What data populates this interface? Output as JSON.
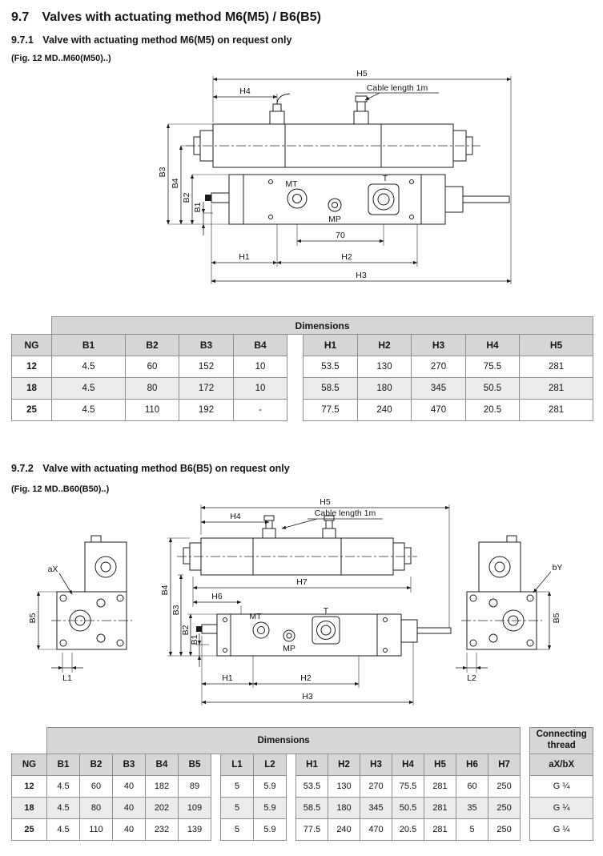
{
  "page": {
    "title_num": "9.7",
    "title_text": "Valves with actuating method M6(M5) / B6(B5)"
  },
  "section1": {
    "num": "9.7.1",
    "heading": "Valve with actuating method M6(M5) on request only",
    "fig": "(Fig. 12 MD..M60(M50)..)",
    "labels": {
      "H5": "H5",
      "H4": "H4",
      "cable": "Cable length 1m",
      "B3": "B3",
      "B4": "B4",
      "B2": "B2",
      "B1": "B1",
      "MT": "MT",
      "MP": "MP",
      "T": "T",
      "d70": "70",
      "H1": "H1",
      "H2": "H2",
      "H3": "H3"
    },
    "table": {
      "title": "Dimensions",
      "headers": [
        "NG",
        "B1",
        "B2",
        "B3",
        "B4",
        "H1",
        "H2",
        "H3",
        "H4",
        "H5"
      ],
      "rows": [
        [
          "12",
          "4.5",
          "60",
          "152",
          "10",
          "53.5",
          "130",
          "270",
          "75.5",
          "281"
        ],
        [
          "18",
          "4.5",
          "80",
          "172",
          "10",
          "58.5",
          "180",
          "345",
          "50.5",
          "281"
        ],
        [
          "25",
          "4.5",
          "110",
          "192",
          "-",
          "77.5",
          "240",
          "470",
          "20.5",
          "281"
        ]
      ]
    }
  },
  "section2": {
    "num": "9.7.2",
    "heading": "Valve with actuating method B6(B5) on request only",
    "fig": "(Fig. 12 MD..B60(B50)..)",
    "labels": {
      "H5": "H5",
      "H4": "H4",
      "cable": "Cable length 1m",
      "B4": "B4",
      "B3": "B3",
      "B2": "B2",
      "B1": "B1",
      "H7": "H7",
      "H6": "H6",
      "MT": "MT",
      "MP": "MP",
      "T": "T",
      "H1": "H1",
      "H2": "H2",
      "H3": "H3",
      "aX": "aX",
      "bY": "bY",
      "B5": "B5",
      "L1": "L1",
      "L2": "L2"
    },
    "table": {
      "title": "Dimensions",
      "thread_title": "Connecting thread",
      "headers": [
        "NG",
        "B1",
        "B2",
        "B3",
        "B4",
        "B5",
        "L1",
        "L2",
        "H1",
        "H2",
        "H3",
        "H4",
        "H5",
        "H6",
        "H7",
        "aX/bX"
      ],
      "rows": [
        [
          "12",
          "4.5",
          "60",
          "40",
          "182",
          "89",
          "5",
          "5.9",
          "53.5",
          "130",
          "270",
          "75.5",
          "281",
          "60",
          "250",
          "G ¼"
        ],
        [
          "18",
          "4.5",
          "80",
          "40",
          "202",
          "109",
          "5",
          "5.9",
          "58.5",
          "180",
          "345",
          "50.5",
          "281",
          "35",
          "250",
          "G ¼"
        ],
        [
          "25",
          "4.5",
          "110",
          "40",
          "232",
          "139",
          "5",
          "5.9",
          "77.5",
          "240",
          "470",
          "20.5",
          "281",
          "5",
          "250",
          "G ¼"
        ]
      ]
    }
  }
}
